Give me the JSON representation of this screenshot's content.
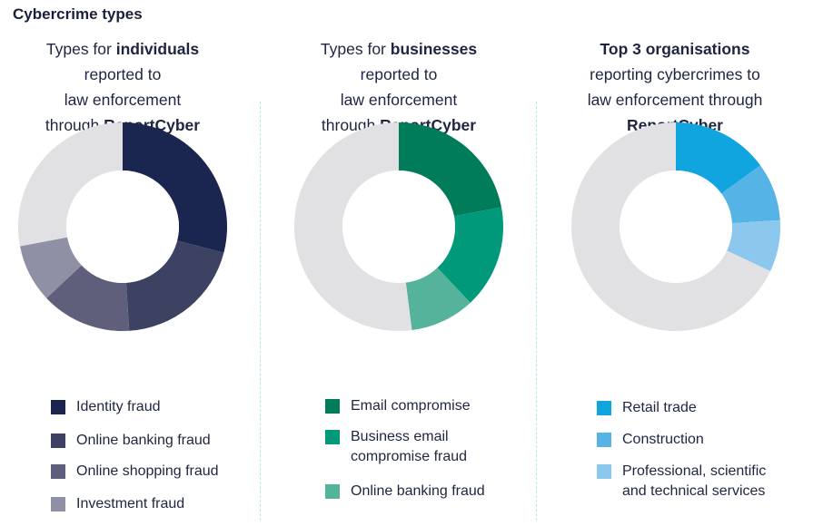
{
  "page_title": "Cybercrime types",
  "colors": {
    "remainder": "#e1e1e4",
    "individuals": [
      "#1a2550",
      "#3d4263",
      "#5f5f7c",
      "#8f8fa6",
      "#a8aab8"
    ],
    "businesses": [
      "#007c5b",
      "#009a7a",
      "#54b39a"
    ],
    "organisations": [
      "#11a5e0",
      "#55b3e6",
      "#8cc7ee"
    ],
    "divider": "#bfe3e3"
  },
  "chart_data": [
    {
      "type": "pie",
      "donut": true,
      "heading": {
        "line1_pre": "Types for ",
        "line1_bold": "individuals",
        "line2": "reported to",
        "line3": "law enforcement",
        "line4_pre": "through ",
        "line4_bold": "ReportCyber"
      },
      "slices": [
        {
          "label": "Identity fraud",
          "value": 29
        },
        {
          "label": "Online banking fraud",
          "value": 20
        },
        {
          "label": "Online shopping fraud",
          "value": 14
        },
        {
          "label": "Investment fraud",
          "value": 9
        },
        {
          "label": "",
          "value": 28
        }
      ]
    },
    {
      "type": "pie",
      "donut": true,
      "heading": {
        "line1_pre": "Types for ",
        "line1_bold": "businesses",
        "line2": "reported to",
        "line3": "law enforcement",
        "line4_pre": "through ",
        "line4_bold": "ReportCyber"
      },
      "slices": [
        {
          "label": "Email compromise",
          "value": 22
        },
        {
          "label": "Business email compromise fraud",
          "value": 16
        },
        {
          "label": "Online banking fraud",
          "value": 10
        },
        {
          "label": "",
          "value": 52
        }
      ]
    },
    {
      "type": "pie",
      "donut": true,
      "heading": {
        "line1_pre": "",
        "line1_bold": "Top 3 organisations",
        "line2": "reporting cybercrimes to",
        "line3": "law enforcement through",
        "line4_pre": "",
        "line4_bold": "ReportCyber"
      },
      "slices": [
        {
          "label": "Retail trade",
          "value": 15
        },
        {
          "label": "Construction",
          "value": 9
        },
        {
          "label": "Professional, scientific and technical services",
          "value": 8
        },
        {
          "label": "",
          "value": 68
        }
      ]
    }
  ],
  "legends": [
    [
      "Identity fraud",
      "Online banking fraud",
      "Online shopping fraud",
      "Investment fraud"
    ],
    [
      "Email compromise",
      [
        "Business email",
        "compromise fraud"
      ],
      "Online banking fraud"
    ],
    [
      "Retail trade",
      "Construction",
      [
        "Professional, scientific",
        "and technical services"
      ]
    ]
  ]
}
